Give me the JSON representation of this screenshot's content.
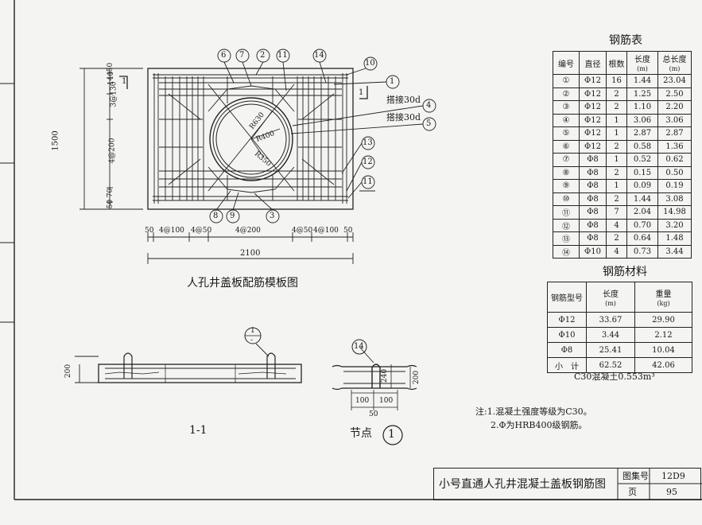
{
  "plan": {
    "title": "人孔井盖板配筋模板图",
    "overall_length": "2100",
    "overall_height": "1500",
    "bottom_dims": [
      "50",
      "4@100",
      "4@50",
      "4@200",
      "4@50",
      "4@100",
      "50"
    ],
    "left_dims": [
      "50",
      "140",
      "3@130",
      "4@200",
      "70",
      "50"
    ],
    "radii": [
      "R630",
      "R400",
      "R350"
    ],
    "lap_labels": [
      "搭接30d",
      "搭接30d"
    ],
    "section_mark": "1",
    "callouts_top": [
      "6",
      "7",
      "2",
      "11",
      "14",
      "10"
    ],
    "callouts_right": [
      "1",
      "4",
      "5",
      "13",
      "12",
      "11"
    ],
    "callouts_bottom": [
      "8",
      "9",
      "3"
    ]
  },
  "section": {
    "title": "1-1",
    "height_dim": "200",
    "callout_num": "1",
    "callout_den": "-"
  },
  "node": {
    "title": "节点",
    "num": "1",
    "callout": "14",
    "dims": [
      "240",
      "200",
      "100",
      "100",
      "50"
    ]
  },
  "rebar_table": {
    "title": "钢筋表",
    "headers": [
      "编号",
      "直径",
      "根数",
      "长度",
      "(m)",
      "总长度",
      "(m)"
    ],
    "rows": [
      [
        "①",
        "Φ12",
        "16",
        "1.44",
        "23.04"
      ],
      [
        "②",
        "Φ12",
        "2",
        "1.25",
        "2.50"
      ],
      [
        "③",
        "Φ12",
        "2",
        "1.10",
        "2.20"
      ],
      [
        "④",
        "Φ12",
        "1",
        "3.06",
        "3.06"
      ],
      [
        "⑤",
        "Φ12",
        "1",
        "2.87",
        "2.87"
      ],
      [
        "⑥",
        "Φ12",
        "2",
        "0.58",
        "1.36"
      ],
      [
        "⑦",
        "Φ8",
        "1",
        "0.52",
        "0.62"
      ],
      [
        "⑧",
        "Φ8",
        "2",
        "0.15",
        "0.50"
      ],
      [
        "⑨",
        "Φ8",
        "1",
        "0.09",
        "0.19"
      ],
      [
        "⑩",
        "Φ8",
        "2",
        "1.44",
        "3.08"
      ],
      [
        "⑪",
        "Φ8",
        "7",
        "2.04",
        "14.98"
      ],
      [
        "⑫",
        "Φ8",
        "4",
        "0.70",
        "3.20"
      ],
      [
        "⑬",
        "Φ8",
        "2",
        "0.64",
        "1.48"
      ],
      [
        "⑭",
        "Φ10",
        "4",
        "0.73",
        "3.44"
      ]
    ]
  },
  "material_table": {
    "title": "钢筋材料",
    "headers": [
      "钢筋型号",
      "长度",
      "(m)",
      "重量",
      "(kg)"
    ],
    "rows": [
      [
        "Φ12",
        "33.67",
        "29.90"
      ],
      [
        "Φ10",
        "3.44",
        "2.12"
      ],
      [
        "Φ8",
        "25.41",
        "10.04"
      ],
      [
        "小　计",
        "62.52",
        "42.06"
      ]
    ],
    "concrete_note": "C30混凝土0.553m³"
  },
  "notes": [
    "注:1.混凝土强度等级为C30。",
    "2.Φ为HRB400级钢筋。"
  ],
  "title_block": {
    "drawing_title": "小号直通人孔井混凝土盖板钢筋图",
    "atlas_label": "图集号",
    "atlas_no": "12D9",
    "page_label": "页",
    "page_no": "95"
  }
}
